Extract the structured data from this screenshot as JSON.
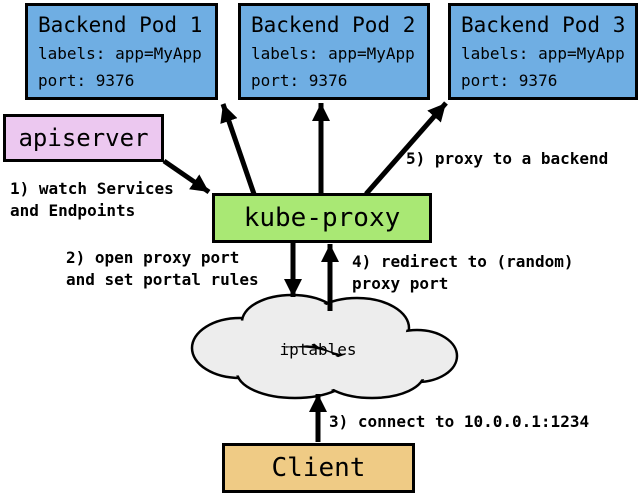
{
  "diagram": {
    "pods": [
      {
        "title": "Backend Pod 1",
        "labels": "labels: app=MyApp",
        "port": "port: 9376"
      },
      {
        "title": "Backend Pod 2",
        "labels": "labels: app=MyApp",
        "port": "port: 9376"
      },
      {
        "title": "Backend Pod 3",
        "labels": "labels: app=MyApp",
        "port": "port: 9376"
      }
    ],
    "nodes": {
      "apiserver": "apiserver",
      "kube_proxy": "kube-proxy",
      "iptables": "iptables",
      "client": "Client"
    },
    "annotations": {
      "step1": "1) watch Services\nand Endpoints",
      "step2": "2) open proxy port\nand set portal rules",
      "step3": "3) connect to 10.0.0.1:1234",
      "step4": "4) redirect to (random)\nproxy port",
      "step5": "5) proxy to a backend"
    },
    "colors": {
      "pod_fill": "#6FAEE3",
      "apiserver_fill": "#ECC8F0",
      "kube_proxy_fill": "#A9E874",
      "client_fill": "#EFCB85",
      "cloud_fill": "#EDEDED",
      "border_and_arrows": "#000000",
      "background": "#FFFFFF"
    }
  }
}
